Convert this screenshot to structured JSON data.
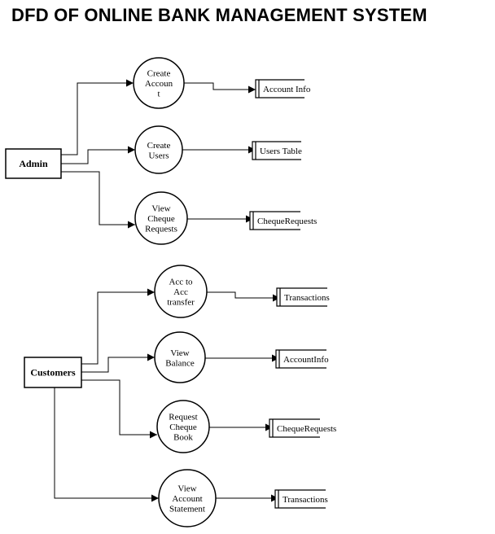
{
  "title": "DFD OF ONLINE BANK MANAGEMENT SYSTEM",
  "entities": [
    {
      "id": "admin",
      "label": "Admin"
    },
    {
      "id": "customers",
      "label": "Customers"
    }
  ],
  "processes": [
    {
      "id": "create-account",
      "lines": [
        "Create",
        "Accoun",
        "t"
      ]
    },
    {
      "id": "create-users",
      "lines": [
        "Create",
        "Users"
      ]
    },
    {
      "id": "view-cheque-requests",
      "lines": [
        "View",
        "Cheque",
        "Requests"
      ]
    },
    {
      "id": "acc-to-acc-transfer",
      "lines": [
        "Acc to",
        "Acc",
        "transfer"
      ]
    },
    {
      "id": "view-balance",
      "lines": [
        "View",
        "Balance"
      ]
    },
    {
      "id": "request-cheque-book",
      "lines": [
        "Request",
        "Cheque",
        "Book"
      ]
    },
    {
      "id": "view-account-statement",
      "lines": [
        "View",
        "Account",
        "Statement"
      ]
    }
  ],
  "stores": [
    {
      "id": "account-info",
      "label": "Account Info"
    },
    {
      "id": "users-table",
      "label": "Users Table"
    },
    {
      "id": "cheque-requests-1",
      "label": "ChequeRequests"
    },
    {
      "id": "transactions-1",
      "label": "Transactions"
    },
    {
      "id": "accountinfo-2",
      "label": "AccountInfo"
    },
    {
      "id": "cheque-requests-2",
      "label": "ChequeRequests"
    },
    {
      "id": "transactions-2",
      "label": "Transactions"
    }
  ],
  "flows": [
    {
      "from": "admin",
      "to": "create-account"
    },
    {
      "from": "admin",
      "to": "create-users"
    },
    {
      "from": "admin",
      "to": "view-cheque-requests"
    },
    {
      "from": "create-account",
      "to": "account-info"
    },
    {
      "from": "create-users",
      "to": "users-table"
    },
    {
      "from": "view-cheque-requests",
      "to": "cheque-requests-1"
    },
    {
      "from": "customers",
      "to": "acc-to-acc-transfer"
    },
    {
      "from": "customers",
      "to": "view-balance"
    },
    {
      "from": "customers",
      "to": "request-cheque-book"
    },
    {
      "from": "customers",
      "to": "view-account-statement"
    },
    {
      "from": "acc-to-acc-transfer",
      "to": "transactions-1"
    },
    {
      "from": "view-balance",
      "to": "accountinfo-2"
    },
    {
      "from": "request-cheque-book",
      "to": "cheque-requests-2"
    },
    {
      "from": "view-account-statement",
      "to": "transactions-2"
    }
  ]
}
